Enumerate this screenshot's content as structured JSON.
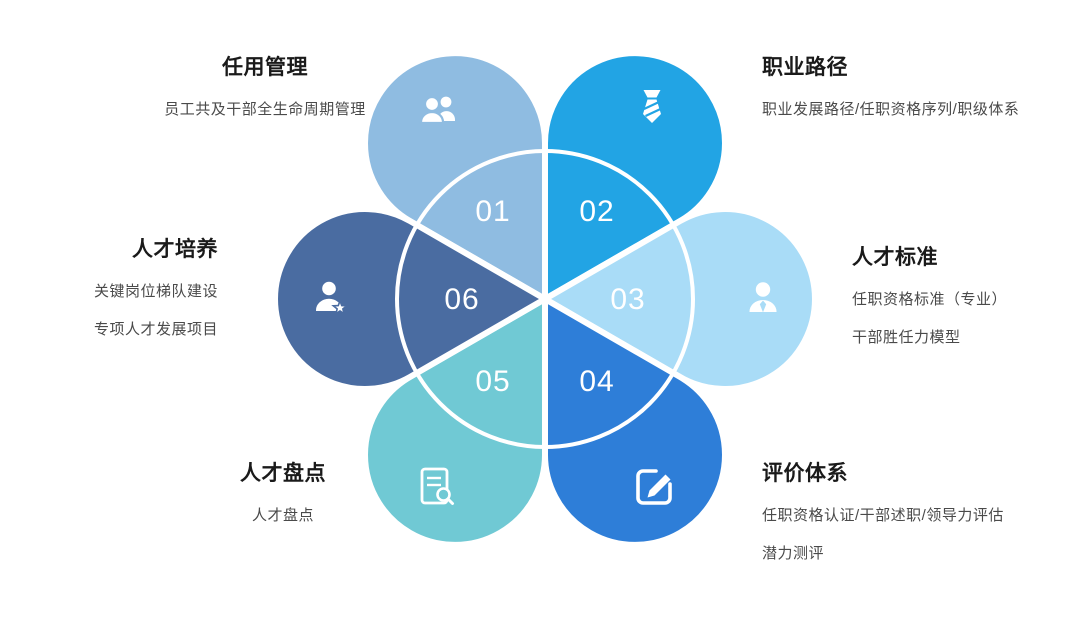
{
  "diagram": {
    "name": "talent-management-flower",
    "ring_color": "#ffffff",
    "number_color": "#ffffff",
    "petals": [
      {
        "number": "01",
        "title": "任用管理",
        "lines": [
          "员工共及干部全生命周期管理"
        ],
        "color": "#8FBCE1",
        "icon": "people-icon"
      },
      {
        "number": "02",
        "title": "职业路径",
        "lines": [
          "职业发展路径/任职资格序列/职级体系"
        ],
        "color": "#22A4E4",
        "icon": "tie-icon"
      },
      {
        "number": "03",
        "title": "人才标准",
        "lines": [
          "任职资格标准（专业）",
          "干部胜任力模型"
        ],
        "color": "#A9DCF7",
        "icon": "user-icon"
      },
      {
        "number": "04",
        "title": "评价体系",
        "lines": [
          "任职资格认证/干部述职/领导力评估",
          "潜力测评"
        ],
        "color": "#2E7ED8",
        "icon": "edit-icon"
      },
      {
        "number": "05",
        "title": "人才盘点",
        "lines": [
          "人才盘点"
        ],
        "color": "#70C9D4",
        "icon": "doc-search-icon"
      },
      {
        "number": "06",
        "title": "人才培养",
        "lines": [
          "关键岗位梯队建设",
          "专项人才发展项目"
        ],
        "color": "#4A6CA1",
        "icon": "user-star-icon"
      }
    ]
  }
}
